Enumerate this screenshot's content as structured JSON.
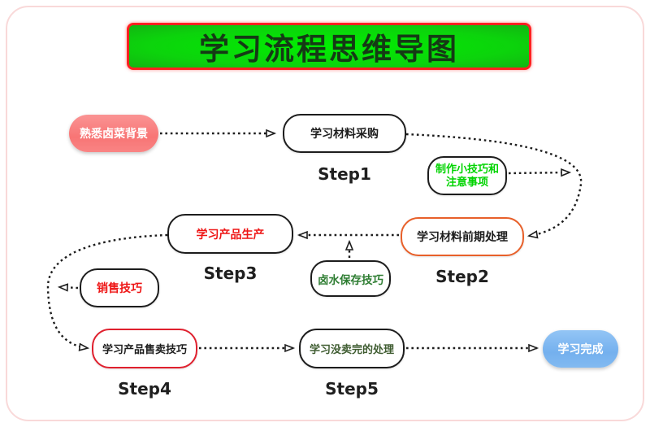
{
  "title": {
    "text": "学习流程思维导图"
  },
  "nodes": {
    "start": {
      "label": "熟悉卤菜背景"
    },
    "step1": {
      "label": "学习材料采购",
      "step_label": "Step1"
    },
    "make_tips": {
      "lines": [
        "制作小技巧和",
        "注意事项"
      ]
    },
    "step2": {
      "label": "学习材料前期处理",
      "step_label": "Step2"
    },
    "step3": {
      "label": "学习产品生产",
      "step_label": "Step3"
    },
    "brine_tips": {
      "label": "卤水保存技巧"
    },
    "sales_tips": {
      "label": "销售技巧"
    },
    "step4": {
      "label": "学习产品售卖技巧",
      "step_label": "Step4"
    },
    "step5": {
      "label": "学习没卖完的处理",
      "step_label": "Step5"
    },
    "finish": {
      "label": "学习完成"
    }
  },
  "edges": [
    {
      "from": "熟悉卤菜背景",
      "to": "学习材料采购"
    },
    {
      "from": "学习材料采购",
      "to": "学习材料前期处理"
    },
    {
      "from": "制作小技巧和注意事项",
      "to": "学习材料采购-学习材料前期处理曲线"
    },
    {
      "from": "学习材料前期处理",
      "to": "学习产品生产"
    },
    {
      "from": "卤水保存技巧",
      "to": "学习材料前期处理-学习产品生产连线"
    },
    {
      "from": "学习产品生产",
      "to": "学习产品售卖技巧"
    },
    {
      "from": "销售技巧",
      "to": "学习产品生产-学习产品售卖技巧曲线"
    },
    {
      "from": "学习产品售卖技巧",
      "to": "学习没卖完的处理"
    },
    {
      "from": "学习没卖完的处理",
      "to": "学习完成"
    }
  ],
  "colors": {
    "title_bg_center": "#00ef00",
    "title_bg_edge": "#12b412",
    "title_border": "#ff2121",
    "title_text": "#153a15",
    "start_node_bg": "#f87c7c",
    "finish_node_bg": "#7db4ef",
    "node_border_black": "#1d1d1d",
    "node_border_orange": "#e8602a",
    "node_border_red": "#e0202e",
    "text_red": "#ee1515",
    "text_bright_green": "#00d400",
    "text_dark_green": "#2e7d32",
    "text_olive_green": "#3f5c31",
    "connector": "#1d1d1d",
    "frame_border": "#f9d9d9"
  }
}
